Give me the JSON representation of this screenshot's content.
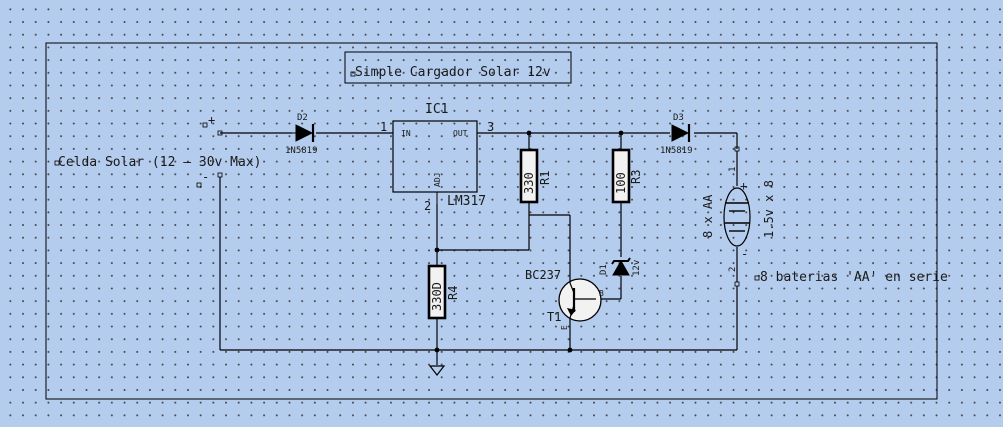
{
  "title": "Simple Cargador Solar 12v",
  "solar_cell": {
    "label": "Celda Solar (12 — 30v Max)",
    "plus": "+",
    "minus": "-"
  },
  "d2": {
    "ref": "D2",
    "value": "1N5819"
  },
  "d3": {
    "ref": "D3",
    "value": "1N5819"
  },
  "ic1": {
    "ref": "IC1",
    "value": "LM317",
    "pin_in": "IN",
    "pin_out": "OUT",
    "pin_adj": "ADJ",
    "num_in": "1",
    "num_out": "3",
    "num_adj": "2"
  },
  "r1": {
    "ref": "R1",
    "value": "330"
  },
  "r3": {
    "ref": "R3",
    "value": "100"
  },
  "r4": {
    "ref": "R4",
    "value": "330D"
  },
  "d1": {
    "ref": "D1",
    "value": "12v"
  },
  "t1": {
    "ref": "T1",
    "value": "BC237",
    "pin_b": "B",
    "pin_e": "E"
  },
  "battery": {
    "label": "8 baterias 'AA' en serie",
    "value_a": "8 x AA",
    "value_b": "1.5v x 8",
    "plus": "+",
    "minus": "-",
    "pin1": "1",
    "pin2": "2"
  }
}
